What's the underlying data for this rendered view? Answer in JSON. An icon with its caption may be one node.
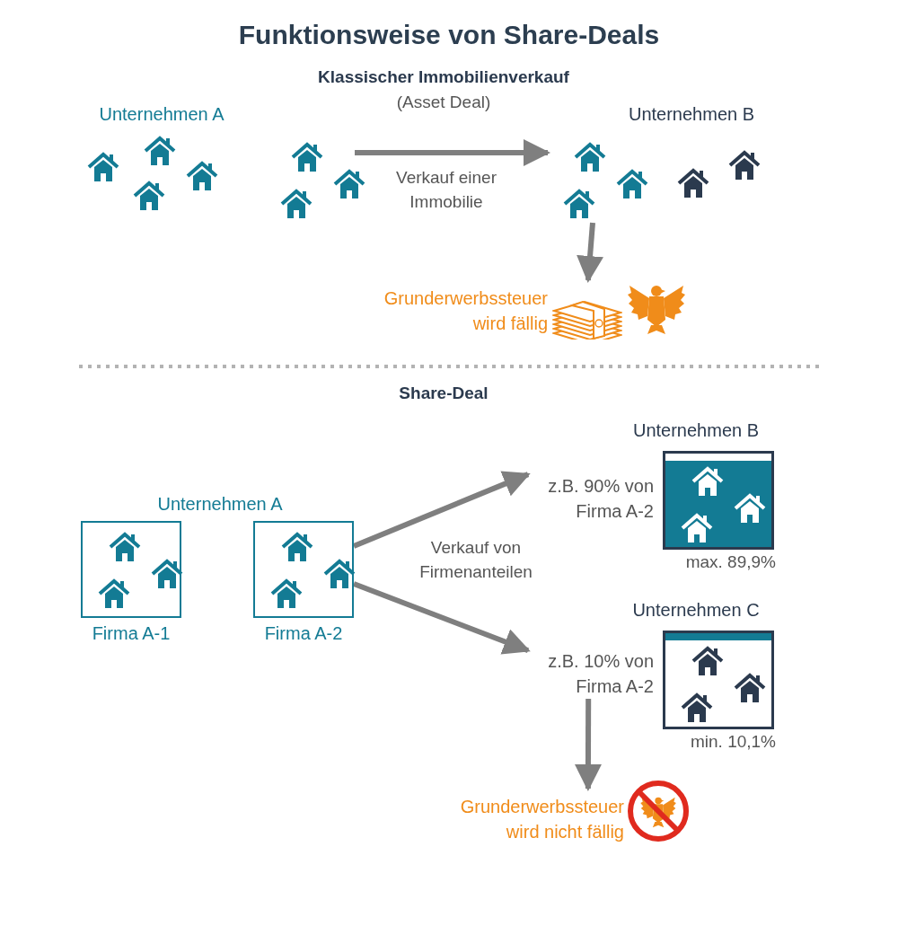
{
  "diagram": {
    "title": "Funktionsweise von Share-Deals",
    "nodes": [
      {
        "text": [],
        "shape": "house"
      },
      {
        "text": [],
        "shape": "house"
      },
      {
        "text": [
          "Grunderwerbssteuer wird fällig"
        ]
      },
      {
        "text": [
          "Firma A-1"
        ]
      },
      {
        "text": [
          "Firma A-2"
        ]
      },
      {
        "text": [
          "z.B. 90% von Firma A-2"
        ]
      },
      {
        "text": [
          "Unternehmen B"
        ],
        "beside": [
          "max. 89,9%"
        ]
      },
      {
        "text": [
          "z.B. 10% von Firma A-2"
        ]
      },
      {
        "text": [
          "Unternehmen C"
        ],
        "beside": [
          "min. 10,1%"
        ]
      },
      {
        "text": [
          "Grunderwerbssteuer wird nicht fällig"
        ]
      }
    ],
    "edges": [
      {
        "from": 0,
        "to": 1,
        "arrow": "to",
        "label": "Verkauf einer Immobilie"
      },
      {
        "from": 1,
        "to": 2,
        "arrow": "to"
      },
      {
        "from": 4,
        "to": 5,
        "arrow": "to"
      },
      {
        "from": 4,
        "to": 7,
        "arrow": "to"
      },
      {
        "from": 7,
        "to": 9,
        "arrow": "to"
      }
    ],
    "labels": [
      "Klassischer Immobilienverkauf",
      "(Asset Deal)",
      "Unternehmen A",
      "Unternehmen B",
      "Share-Deal",
      "Unternehmen A",
      "Verkauf von Firmenanteilen"
    ]
  }
}
